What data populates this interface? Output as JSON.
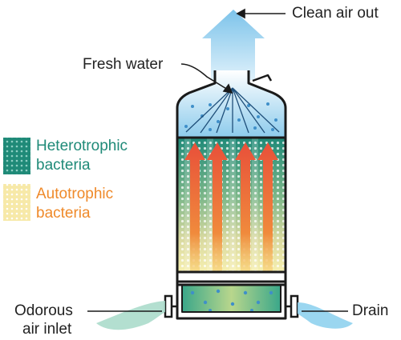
{
  "labels": {
    "clean_air_out": "Clean air out",
    "fresh_water": "Fresh water",
    "odorous_air_inlet_1": "Odorous",
    "odorous_air_inlet_2": "air inlet",
    "drain": "Drain"
  },
  "legend": [
    {
      "line1": "Heterotrophic",
      "line2": "bacteria",
      "color": "#1f8a78"
    },
    {
      "line1": "Autotrophic",
      "line2": "bacteria",
      "color": "#ef8a2a"
    }
  ],
  "colors": {
    "outline": "#1a1a1a",
    "heterotrophic": "#1f8a78",
    "autotrophic": "#ef8a2a",
    "water": "#7fc4ea",
    "flow_arrow": "#e8503a"
  }
}
